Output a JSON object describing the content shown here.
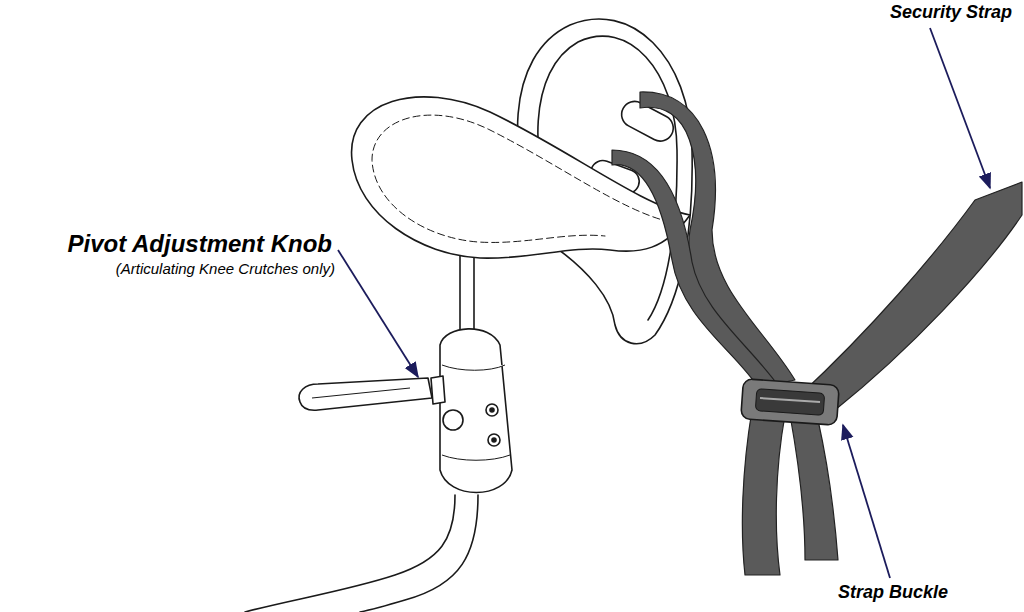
{
  "diagram": {
    "labels": [
      "Security Strap",
      "Pivot Adjustment Knob",
      "(Articulating Knee Crutches only)",
      "Strap Buckle"
    ]
  }
}
